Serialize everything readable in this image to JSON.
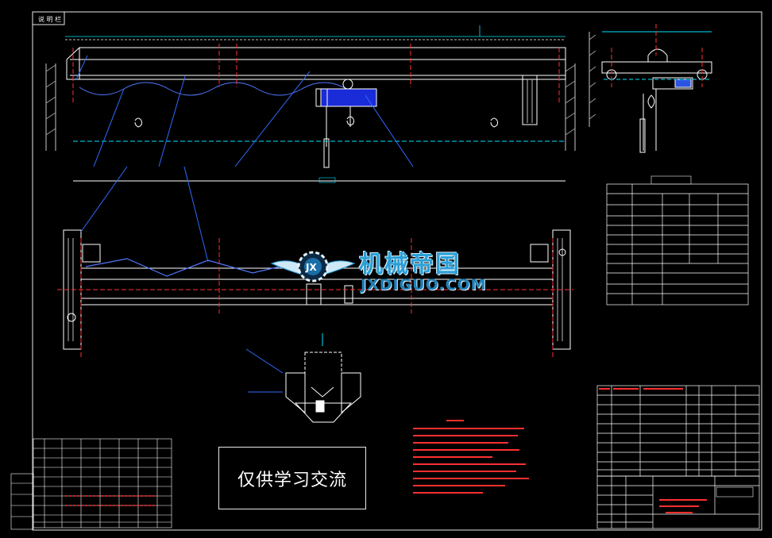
{
  "sheet_label": "说 明 栏",
  "notice": "仅供学习交流",
  "watermark": {
    "name_cn": "机械帝国",
    "name_en": "JXDIGUO.COM",
    "emblem_letters": "JX"
  },
  "colors": {
    "background": "#000000",
    "lines": "#ffffff",
    "dimension": "#00e5ff",
    "leader": "#2f6bff",
    "centerline": "#ff3030",
    "frame": "#e8e8e8"
  }
}
